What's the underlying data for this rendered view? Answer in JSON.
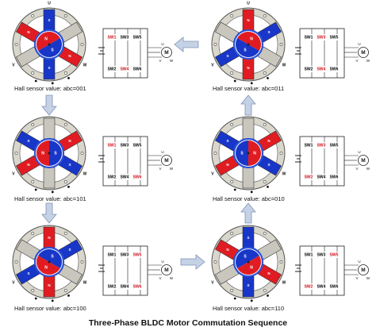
{
  "title": "Three-Phase BLDC Motor Commutation Sequence",
  "colors": {
    "north": "#e01c22",
    "south": "#1836c8",
    "stator": "#d9d7cc",
    "rotor_ring": "#2a52d8",
    "switch_on": "#d0101a",
    "switch_off": "#000000",
    "arrow": "#c5d2e6"
  },
  "labels": {
    "u": "U",
    "v": "V",
    "w": "W",
    "n": "N",
    "s": "S",
    "motor": "M",
    "sw1": "SW1",
    "sw2": "SW2",
    "sw3": "SW3",
    "sw4": "SW4",
    "sw5": "SW5",
    "sw6": "SW6"
  },
  "panels": [
    {
      "id": "p1",
      "caption": "Hall sensor value: abc=001",
      "active": [
        "SW1",
        "SW4"
      ]
    },
    {
      "id": "p2",
      "caption": "Hall sensor value: abc=011",
      "active": [
        "SW3",
        "SW4"
      ]
    },
    {
      "id": "p3",
      "caption": "Hall sensor value: abc=101",
      "active": [
        "SW1",
        "SW6"
      ]
    },
    {
      "id": "p4",
      "caption": "Hall sensor value: abc=010",
      "active": [
        "SW3",
        "SW2"
      ]
    },
    {
      "id": "p5",
      "caption": "Hall sensor value: abc=100",
      "active": [
        "SW5",
        "SW6"
      ]
    },
    {
      "id": "p6",
      "caption": "Hall sensor value: abc=110",
      "active": [
        "SW5",
        "SW2"
      ]
    }
  ],
  "sequence_arrows": [
    "p1 -> p3",
    "p3 -> p5",
    "p5 -> p6",
    "p6 -> p4",
    "p4 -> p2",
    "p2 -> p1"
  ]
}
